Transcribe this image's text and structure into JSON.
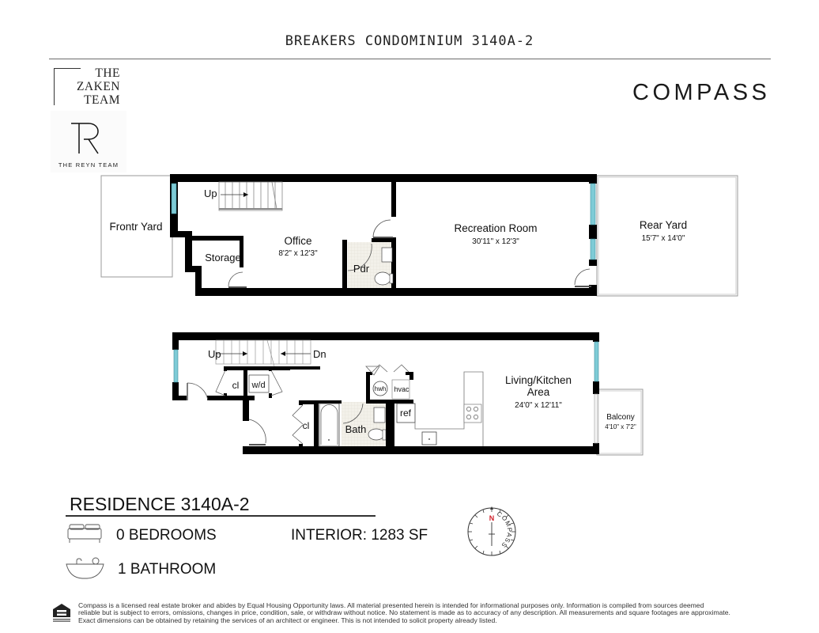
{
  "header": {
    "title": "BREAKERS CONDOMINIUM 3140A-2"
  },
  "logos": {
    "zaken_team": [
      "THE",
      "ZAKEN",
      "TEAM"
    ],
    "reyn_team_mark": "TR",
    "reyn_team_label": "THE REYN TEAM",
    "brokerage": "COMPASS"
  },
  "floor_plan": {
    "lower_level": {
      "rooms": [
        {
          "name": "Frontr Yard",
          "dimensions": ""
        },
        {
          "name": "Office",
          "dimensions": "8'2\" x 12'3\""
        },
        {
          "name": "Storage",
          "dimensions": ""
        },
        {
          "name": "Pdr",
          "dimensions": ""
        },
        {
          "name": "Recreation Room",
          "dimensions": "30'11\" x 12'3\""
        },
        {
          "name": "Rear Yard",
          "dimensions": "15'7\" x 14'0\""
        }
      ],
      "stair_label": "Up"
    },
    "upper_level": {
      "rooms": [
        {
          "name": "Living/Kitchen",
          "name_line2": "Area",
          "dimensions": "24'0\" x 12'11\""
        },
        {
          "name": "Balcony",
          "dimensions": "4'10\" x 7'2\""
        },
        {
          "name": "Bath",
          "dimensions": ""
        },
        {
          "name": "cl",
          "dimensions": ""
        },
        {
          "name": "cl",
          "dimensions": ""
        },
        {
          "name": "w/d",
          "dimensions": ""
        },
        {
          "name": "hwh",
          "dimensions": ""
        },
        {
          "name": "hvac",
          "dimensions": ""
        },
        {
          "name": "ref",
          "dimensions": ""
        }
      ],
      "stair_up_label": "Up",
      "stair_down_label": "Dn"
    },
    "colors": {
      "wall": "#000000",
      "window": "#7ecbd6",
      "outdoor_outline": "#9a9a9a",
      "bath_floor": "#f1efe6"
    },
    "north_indicator": {
      "letter": "N",
      "ring_text": "COMPASS",
      "letter_color": "#d0202a"
    }
  },
  "residence": {
    "title": "RESIDENCE 3140A-2",
    "bedrooms": "0 BEDROOMS",
    "bathrooms": "1 BATHROOM",
    "interior": "INTERIOR: 1283 SF"
  },
  "footer": {
    "disclaimer_lines": [
      "Compass is a licensed real estate broker and abides by Equal Housing Opportunity laws. All material presented herein is intended for informational purposes only. Information is compiled from sources deemed",
      "reliable but is subject to errors, omissions, changes in price, condition, sale, or withdraw without notice. No statement is made as to accuracy of any description. All measurements and square footages are approximate.",
      "Exact dimensions can be obtained by retaining the services of an architect or engineer. This is not intended to solicit property already listed."
    ],
    "eho_icon": "equal-housing-opportunity-icon"
  }
}
